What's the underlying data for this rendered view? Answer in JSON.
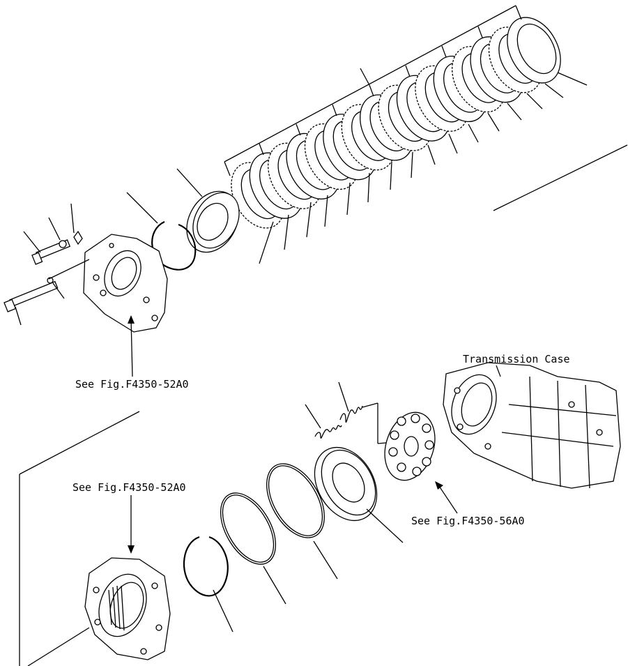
{
  "labels": {
    "see_fig_top": "See Fig.F4350-52A0",
    "transmission_case": "Transmission Case",
    "see_fig_mid": "See Fig.F4350-52A0",
    "see_fig_right": "See Fig.F4350-56A0"
  },
  "colors": {
    "ink": "#000000",
    "paper": "#ffffff"
  }
}
